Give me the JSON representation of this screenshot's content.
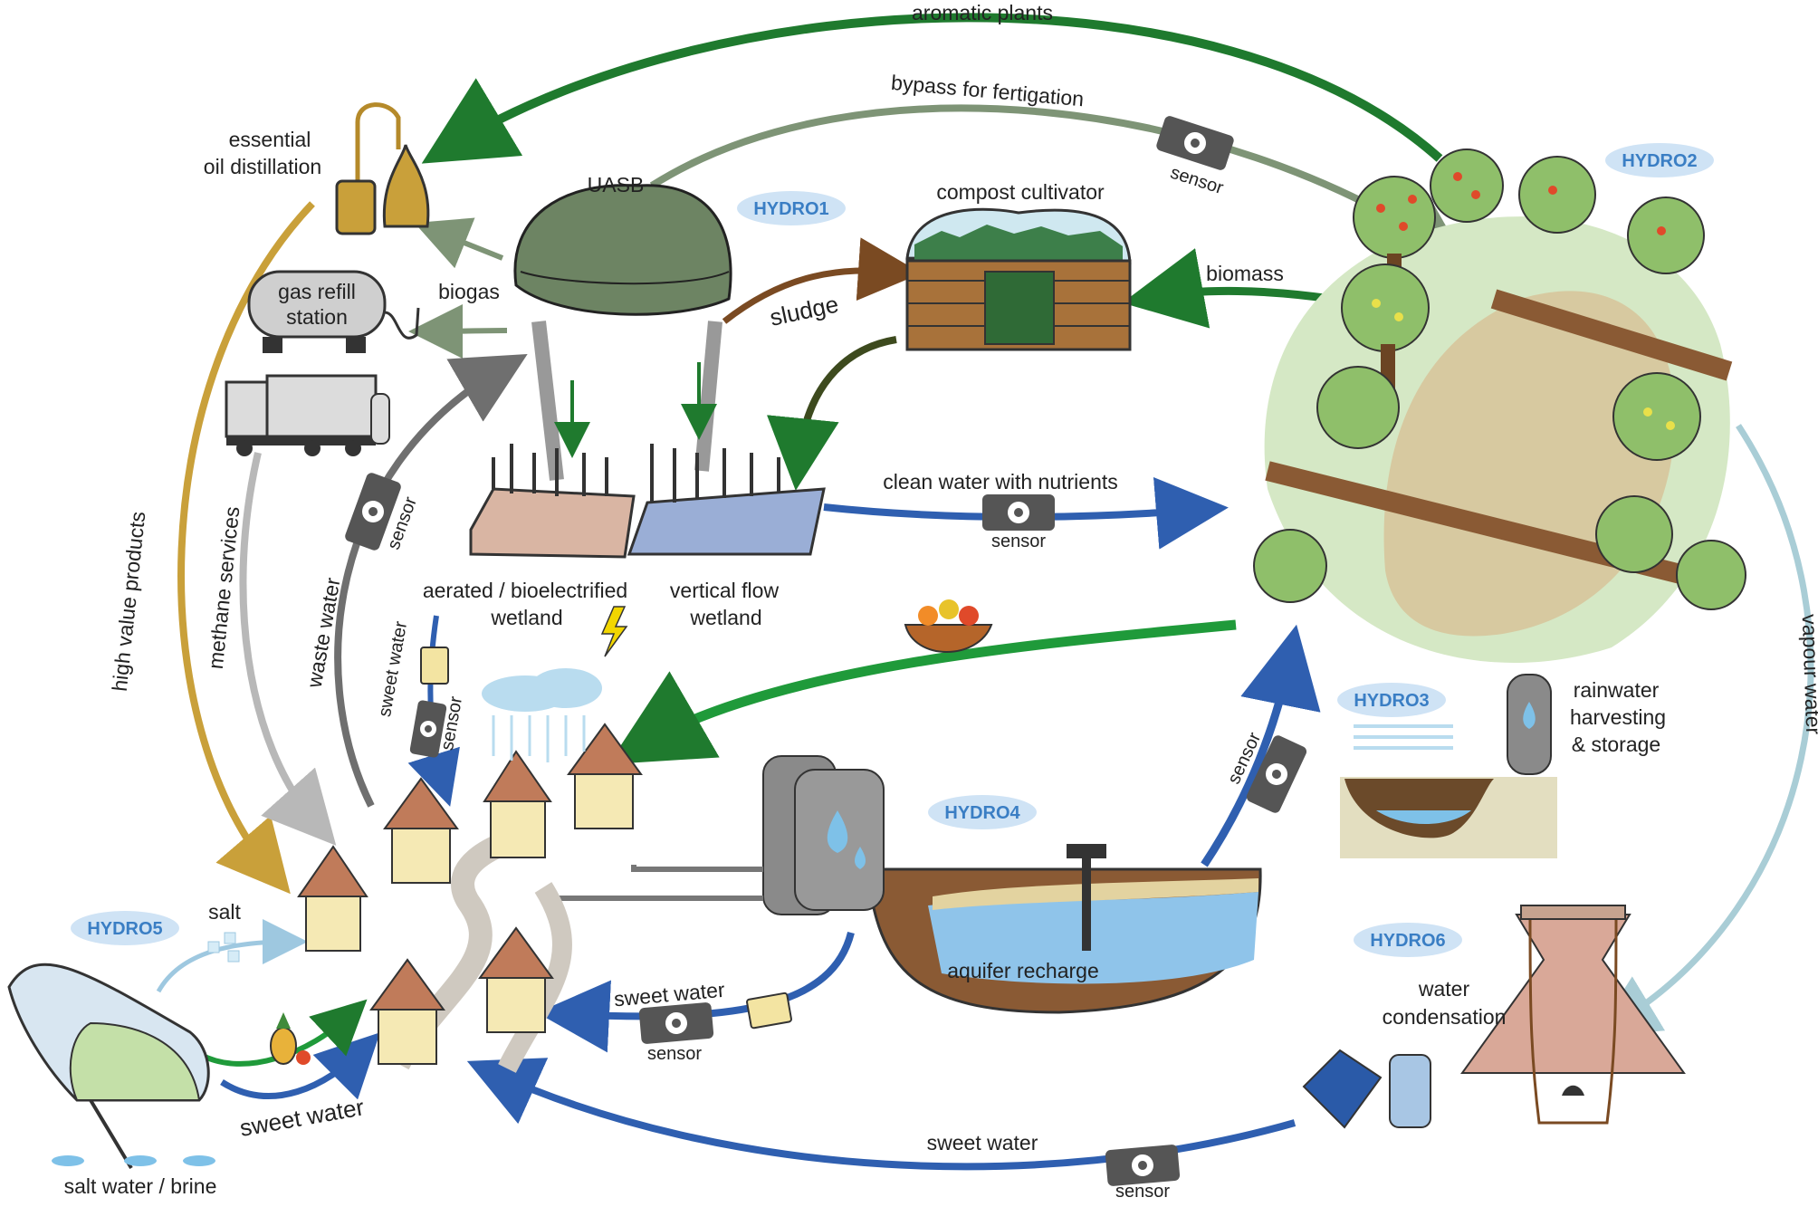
{
  "colors": {
    "hydro_badge_fill": "#cfe3f5",
    "hydro_badge_text": "#3a7ec4",
    "green_flow": "#1f7a2e",
    "grey_green_flow": "#7e9476",
    "blue_flow": "#2f5fb0",
    "gold_flow": "#c9a03a",
    "grey_flow": "#b8b8b8",
    "dark_grey_flow": "#6f6f6f",
    "pale_blue_flow": "#a9cdd6",
    "brown_flow": "#7a4a22"
  },
  "hydro": {
    "h1": "HYDRO1",
    "h2": "HYDRO2",
    "h3": "HYDRO3",
    "h4": "HYDRO4",
    "h5": "HYDRO5",
    "h6": "HYDRO6"
  },
  "flows": {
    "aromatic_plants": "aromatic plants",
    "bypass_fertigation": "bypass for fertigation",
    "biomass": "biomass",
    "sludge": "sludge",
    "biogas": "biogas",
    "clean_water": "clean water with nutrients",
    "high_value_products": "high value products",
    "methane_services": "methane services",
    "waste_water": "waste water",
    "sweet_water": "sweet water",
    "vapour_water": "vapour water",
    "salt": "salt"
  },
  "sensor_label": "sensor",
  "nodes": {
    "essential_oil_1": "essential",
    "essential_oil_2": "oil distillation",
    "uasb": "UASB",
    "compost": "compost cultivator",
    "gas_refill_1": "gas refill",
    "gas_refill_2": "station",
    "aerated_1": "aerated / bioelectrified",
    "aerated_2": "wetland",
    "vertical_1": "vertical flow",
    "vertical_2": "wetland",
    "rainwater_1": "rainwater",
    "rainwater_2": "harvesting",
    "rainwater_3": "& storage",
    "aquifer": "aquifer recharge",
    "condensation_1": "water",
    "condensation_2": "condensation",
    "brine": "salt water / brine"
  }
}
